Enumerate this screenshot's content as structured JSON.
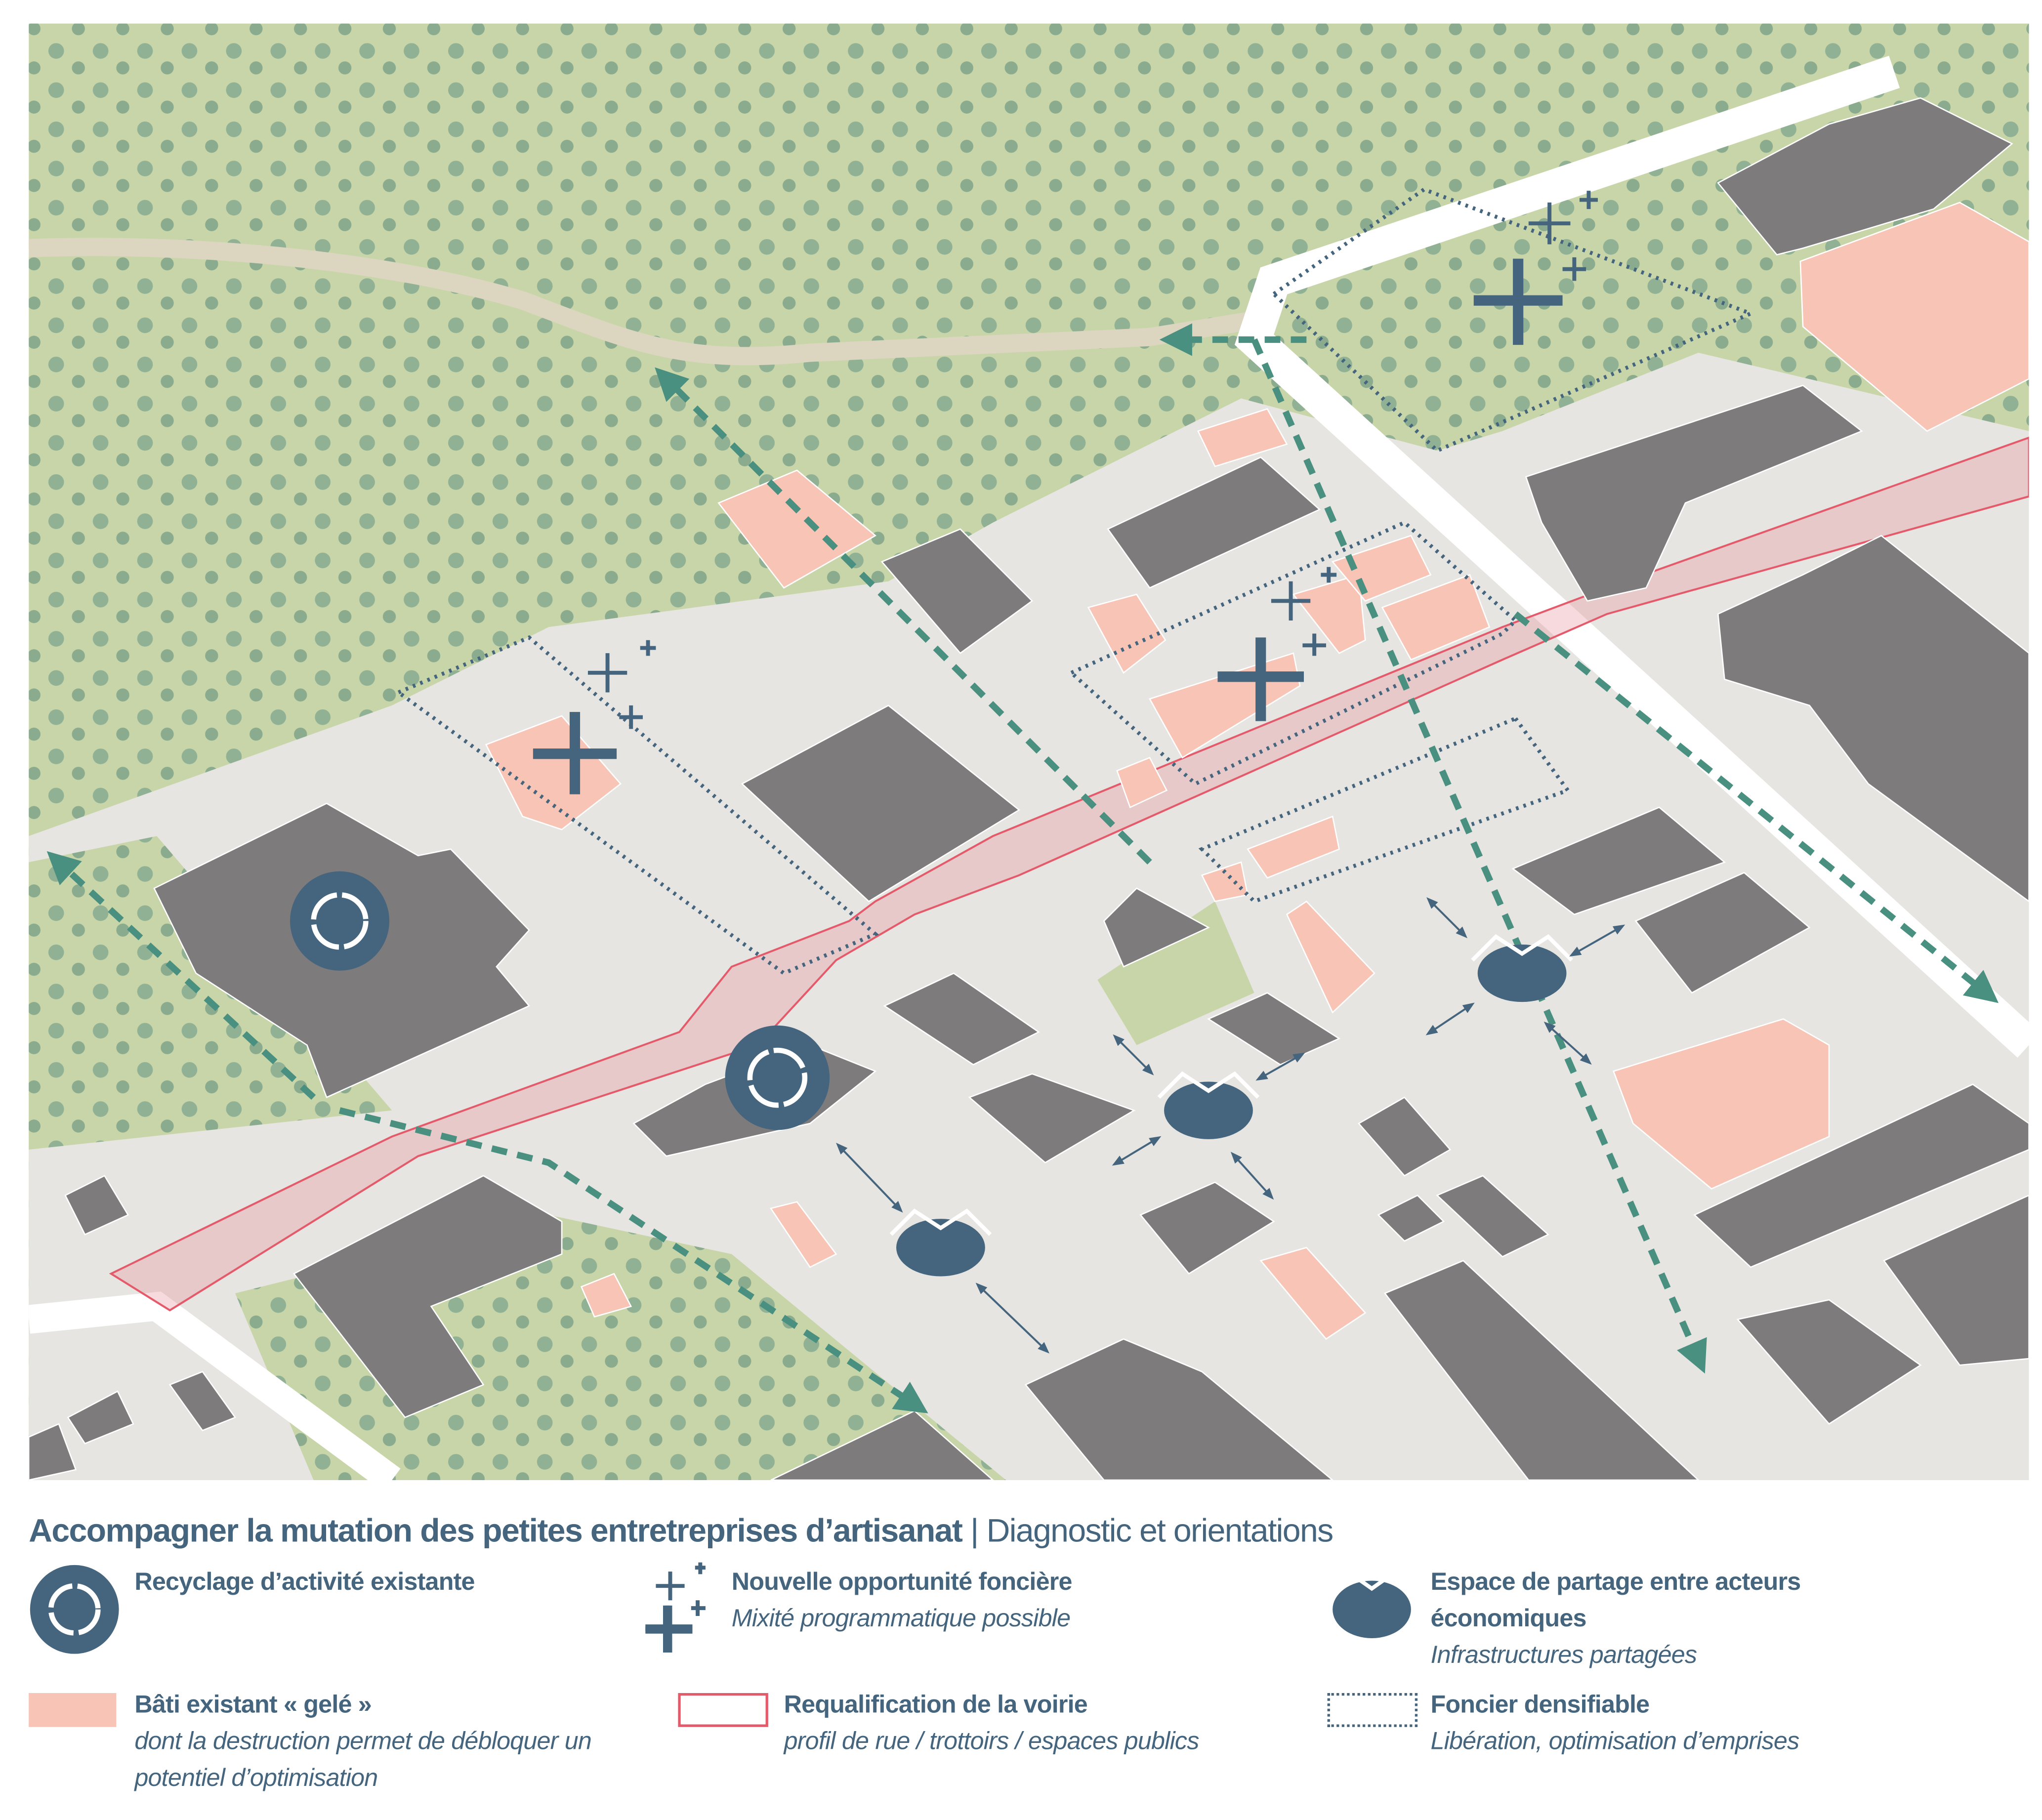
{
  "title": {
    "main": "Accompagner la mutation des petites entretreprises d’artisanat",
    "separator": "|",
    "subtitle": "Diagnostic et orientations"
  },
  "legend": [
    {
      "icon": "recycle-icon",
      "label": "Recyclage d’activité existante"
    },
    {
      "icon": "plus-icon",
      "label": "Nouvelle opportunité foncière",
      "description": "Mixité programmatique possible"
    },
    {
      "icon": "handshake-icon",
      "label": "Espace de partage entre acteurs économiques",
      "description": "Infrastructures partagées"
    },
    {
      "icon": "pink-swatch",
      "label": "Bâti existant « gelé »",
      "description": "dont la destruction permet de débloquer un potentiel d’optimisation"
    },
    {
      "icon": "red-outline-swatch",
      "label": "Requalification de la voirie",
      "description": "profil de rue / trottoirs / espaces publics"
    },
    {
      "icon": "dotted-outline-swatch",
      "label": "Foncier densifiable",
      "description": "Libération, optimisation d’emprises"
    }
  ],
  "colors": {
    "accent": "#44657d",
    "frozen": "#f7c4b5",
    "road": "#e45a6a",
    "arrow": "#4a9080",
    "green": "#c8d5a8",
    "urban": "#e7e5e1",
    "building": "#7d7b7c"
  }
}
